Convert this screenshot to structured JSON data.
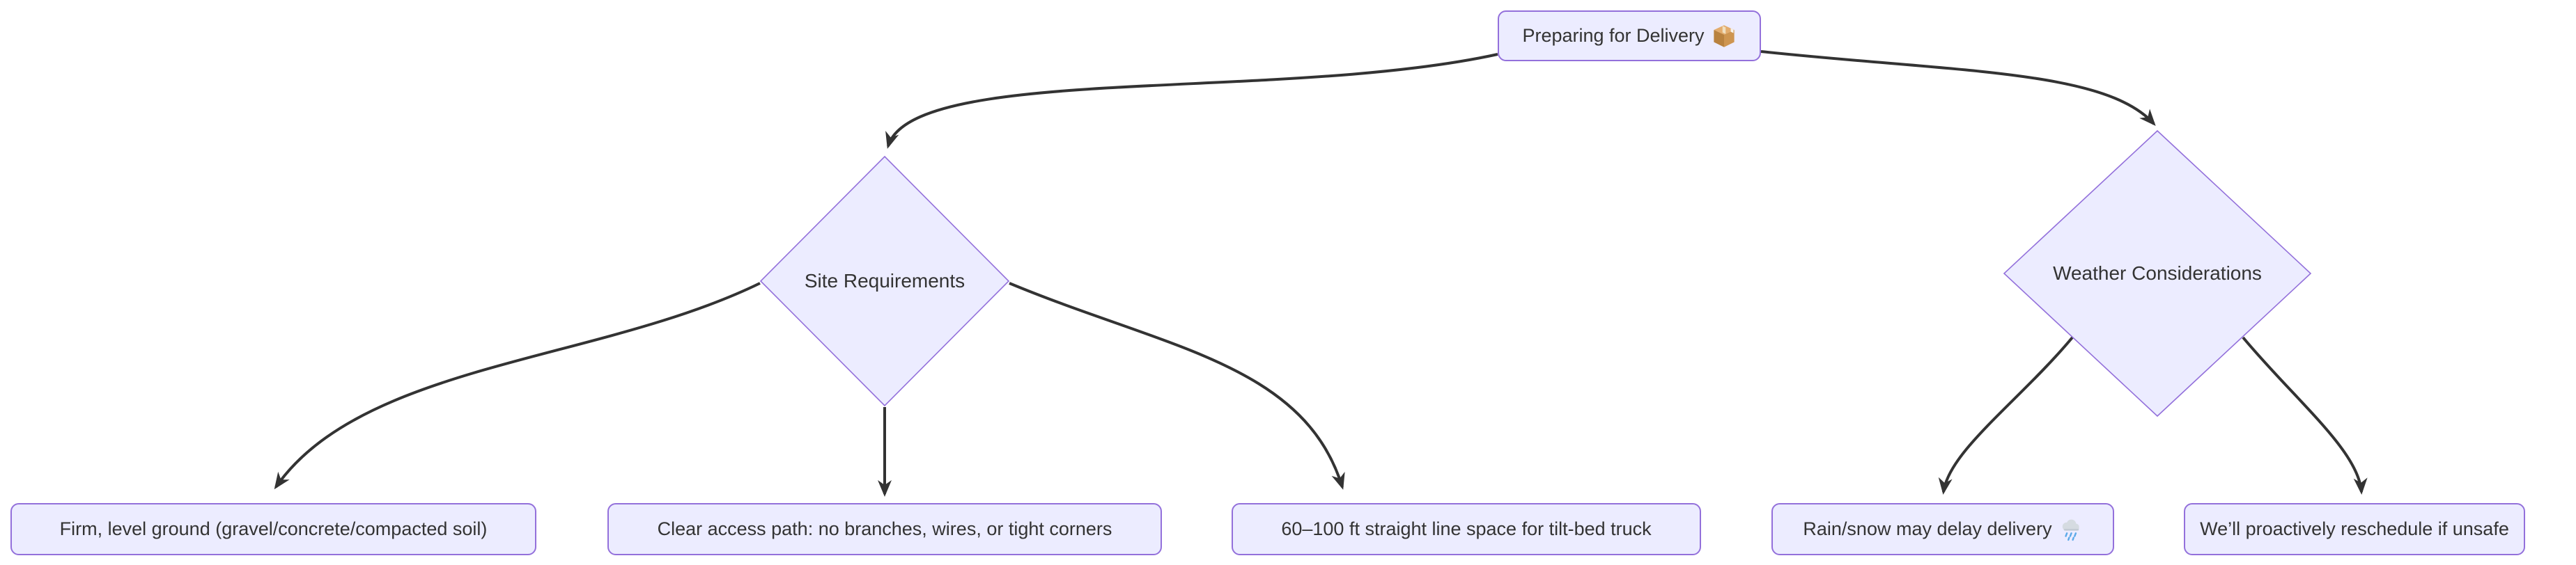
{
  "flowchart": {
    "root": {
      "id": "root",
      "label": "Preparing for Delivery",
      "emoji": "📦",
      "shape": "rounded-rect"
    },
    "decisions": [
      {
        "id": "site",
        "label": "Site Requirements",
        "shape": "diamond"
      },
      {
        "id": "weather",
        "label": "Weather Considerations",
        "shape": "diamond"
      }
    ],
    "leaves": [
      {
        "id": "site-leaf-1",
        "label": "Firm, level ground (gravel/concrete/compacted soil)",
        "parent": "Site Requirements"
      },
      {
        "id": "site-leaf-2",
        "label": "Clear access path: no branches, wires, or tight corners",
        "parent": "Site Requirements"
      },
      {
        "id": "site-leaf-3",
        "label": "60–100 ft straight line space for tilt-bed truck",
        "parent": "Site Requirements"
      },
      {
        "id": "weather-leaf-1",
        "label": "Rain/snow may delay delivery",
        "emoji": "🌧️",
        "parent": "Weather Considerations"
      },
      {
        "id": "weather-leaf-2",
        "label": "We’ll proactively reschedule if unsafe",
        "parent": "Weather Considerations"
      }
    ],
    "edges": [
      {
        "from": "Preparing for Delivery",
        "to": "Site Requirements"
      },
      {
        "from": "Preparing for Delivery",
        "to": "Weather Considerations"
      },
      {
        "from": "Site Requirements",
        "to": "Firm, level ground (gravel/concrete/compacted soil)"
      },
      {
        "from": "Site Requirements",
        "to": "Clear access path: no branches, wires, or tight corners"
      },
      {
        "from": "Site Requirements",
        "to": "60–100 ft straight line space for tilt-bed truck"
      },
      {
        "from": "Weather Considerations",
        "to": "Rain/snow may delay delivery"
      },
      {
        "from": "Weather Considerations",
        "to": "We’ll proactively reschedule if unsafe"
      }
    ],
    "colors": {
      "node_fill": "#ECECFF",
      "node_border": "#9370DB",
      "edge": "#333333",
      "text": "#333333",
      "background": "#ffffff"
    }
  }
}
